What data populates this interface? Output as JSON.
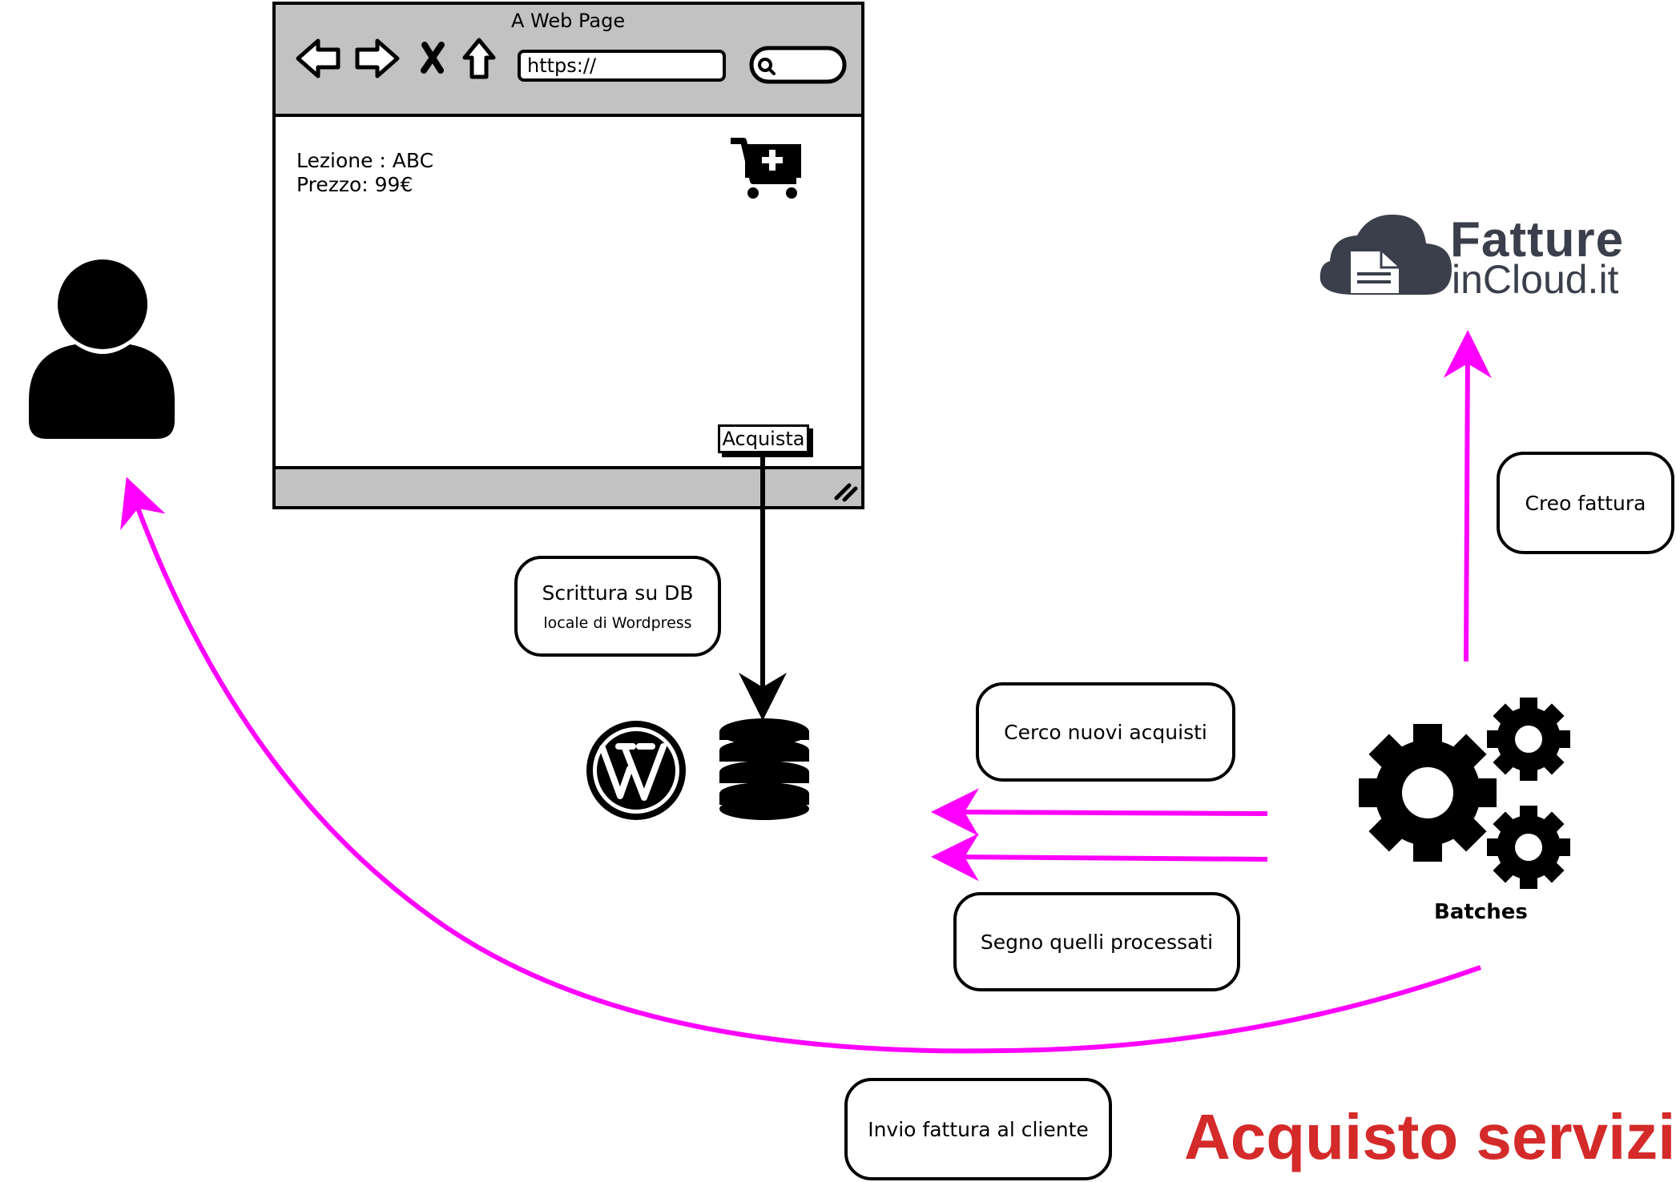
{
  "browser": {
    "title": "A Web Page",
    "url": "https://",
    "product_line1": "Lezione : ABC",
    "product_line2": "Prezzo: 99€",
    "buy_button": "Acquista"
  },
  "icons": {
    "user": "user-icon",
    "cart": "add-to-cart-icon",
    "wordpress": "wordpress-logo-icon",
    "database": "database-icon",
    "gears": "gears-icon",
    "cloud": "cloud-document-icon"
  },
  "brand": {
    "line1": "Fatture",
    "line2_prefix": "in",
    "line2_rest": "Cloud.it"
  },
  "notes": {
    "db_write_main": "Scrittura su DB",
    "db_write_sub": "locale di Wordpress",
    "search": "Cerco nuovi acquisti",
    "mark": "Segno quelli processati",
    "invoice_create": "Creo fattura",
    "invoice_send": "Invio fattura al cliente"
  },
  "batches_label": "Batches",
  "diagram_title": "Acquisto servizio",
  "colors": {
    "arrow_magenta": "#ff00ff",
    "title_red": "#d42a2a",
    "browser_gray": "#c2c2c2",
    "brand_dark": "#3a3f4b"
  }
}
